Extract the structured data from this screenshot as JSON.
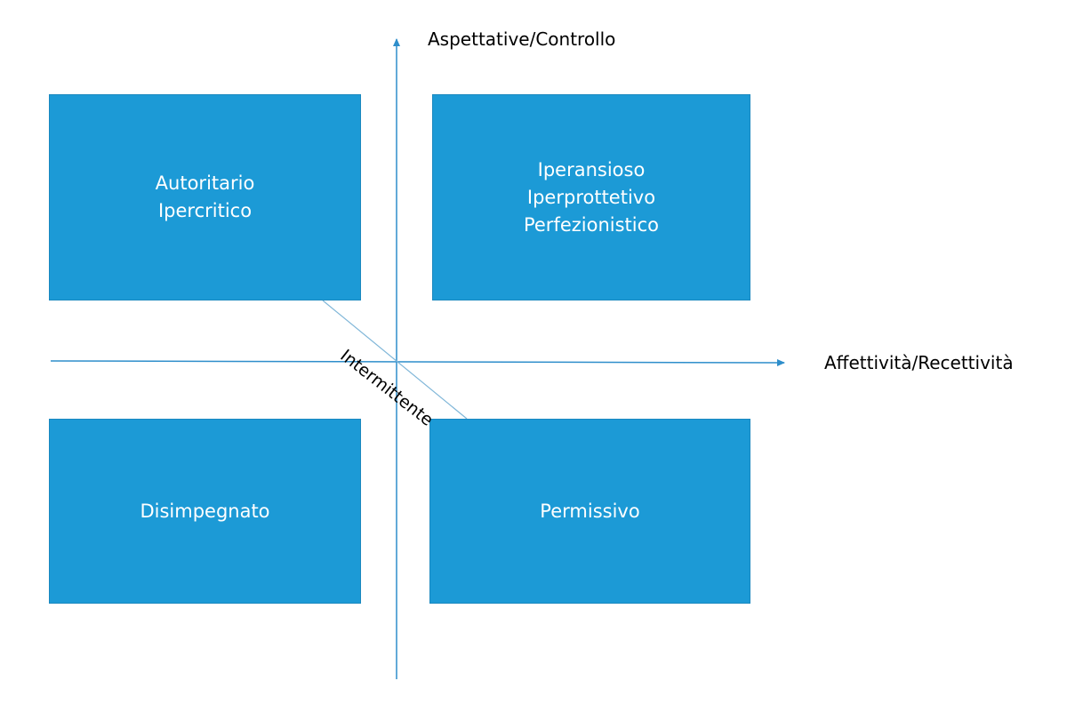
{
  "axes": {
    "vertical": {
      "label": "Aspettative/Controllo"
    },
    "horizontal": {
      "label": "Affettività/Recettività"
    },
    "color": "#2e8ecb"
  },
  "quadrants": {
    "top_left": {
      "lines": [
        "Autoritario",
        "Ipercritico"
      ]
    },
    "top_right": {
      "lines": [
        "Iperansioso",
        "Iperprottetivo",
        "Perfezionistico"
      ]
    },
    "bottom_left": {
      "lines": [
        "Disimpegnato"
      ]
    },
    "bottom_right": {
      "lines": [
        "Permissivo"
      ]
    },
    "fill_color": "#1c9ad6"
  },
  "diagonal": {
    "label": "Intermittente"
  }
}
